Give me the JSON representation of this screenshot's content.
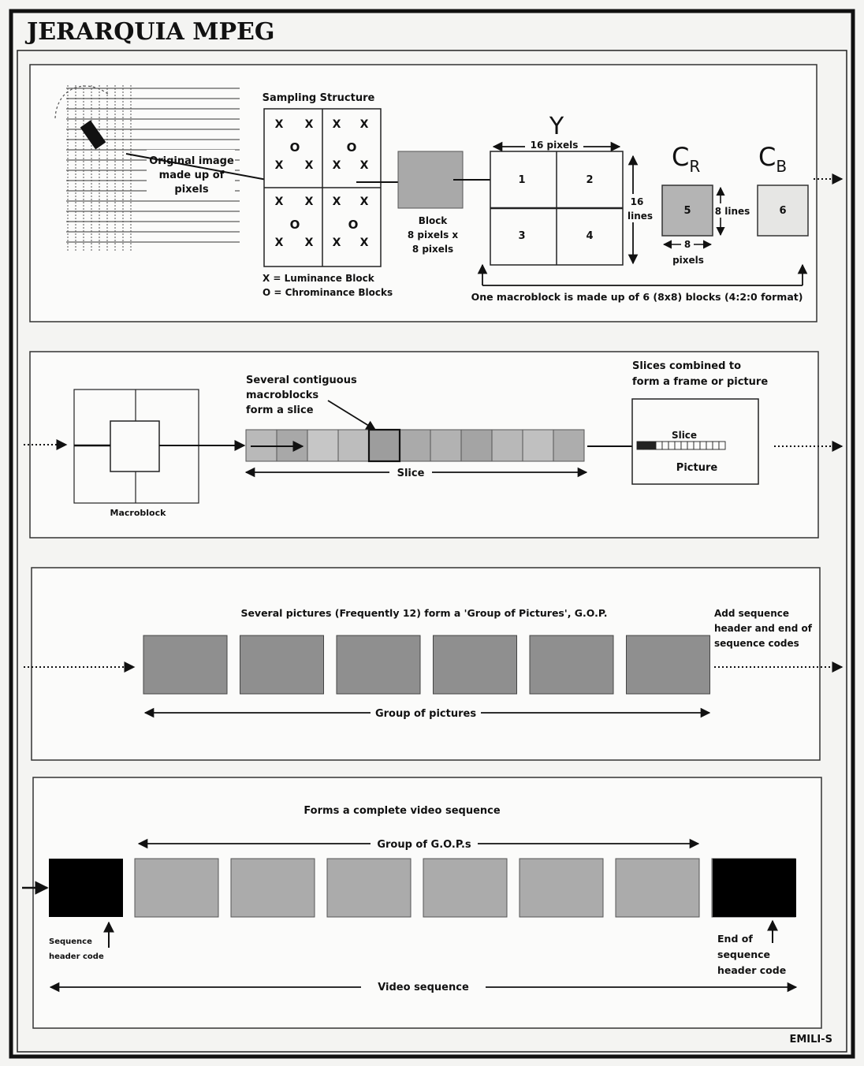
{
  "title": "JERARQUIA MPEG",
  "credit": "EMILI-S",
  "panel1": {
    "original_image": [
      "Original image",
      "made up of",
      "pixels"
    ],
    "sampling_title": "Sampling Structure",
    "mark_x": "X",
    "mark_o": "O",
    "legend_x": "X = Luminance Block",
    "legend_o": "O = Chrominance Blocks",
    "block_caption": [
      "Block",
      "8 pixels x",
      "8 pixels"
    ],
    "y_label": "Y",
    "y_width": "16 pixels",
    "y_height": [
      "16",
      "lines"
    ],
    "y_blocks": [
      "1",
      "2",
      "3",
      "4"
    ],
    "cr_label": "C",
    "cr_sub": "R",
    "cb_label": "C",
    "cb_sub": "B",
    "cr_block": "5",
    "cb_block": "6",
    "cr_height": "8 lines",
    "cr_width": "8",
    "cr_width_unit": "pixels",
    "macroblock_caption": "One macroblock is made up of 6 (8x8) blocks (4:2:0 format)"
  },
  "panel2": {
    "macroblock_label": "Macroblock",
    "contiguous": [
      "Several contiguous",
      "macroblocks",
      "form a slice"
    ],
    "slice_label": "Slice",
    "combined": [
      "Slices combined to",
      "form a frame or picture"
    ],
    "slice_small": "Slice",
    "picture_label": "Picture"
  },
  "panel3": {
    "heading": "Several pictures (Frequently 12)  form a 'Group of Pictures', G.O.P.",
    "add_header": [
      "Add sequence",
      "header and end of",
      "sequence codes"
    ],
    "gop_label": "Group of pictures"
  },
  "panel4": {
    "heading": "Forms a complete video sequence",
    "gops_label": "Group of G.O.P.s",
    "seq_header": [
      "Sequence",
      "header code"
    ],
    "end_header": [
      "End of",
      "sequence",
      "header code"
    ],
    "video_label": "Video sequence"
  },
  "colors": {
    "paper": "#f4f4f2",
    "ink": "#111111",
    "block_gray": "#9a9a9a",
    "picture_gray": "#8e8e8e",
    "gop_gray": "#ababab",
    "header_black": "#000000"
  }
}
